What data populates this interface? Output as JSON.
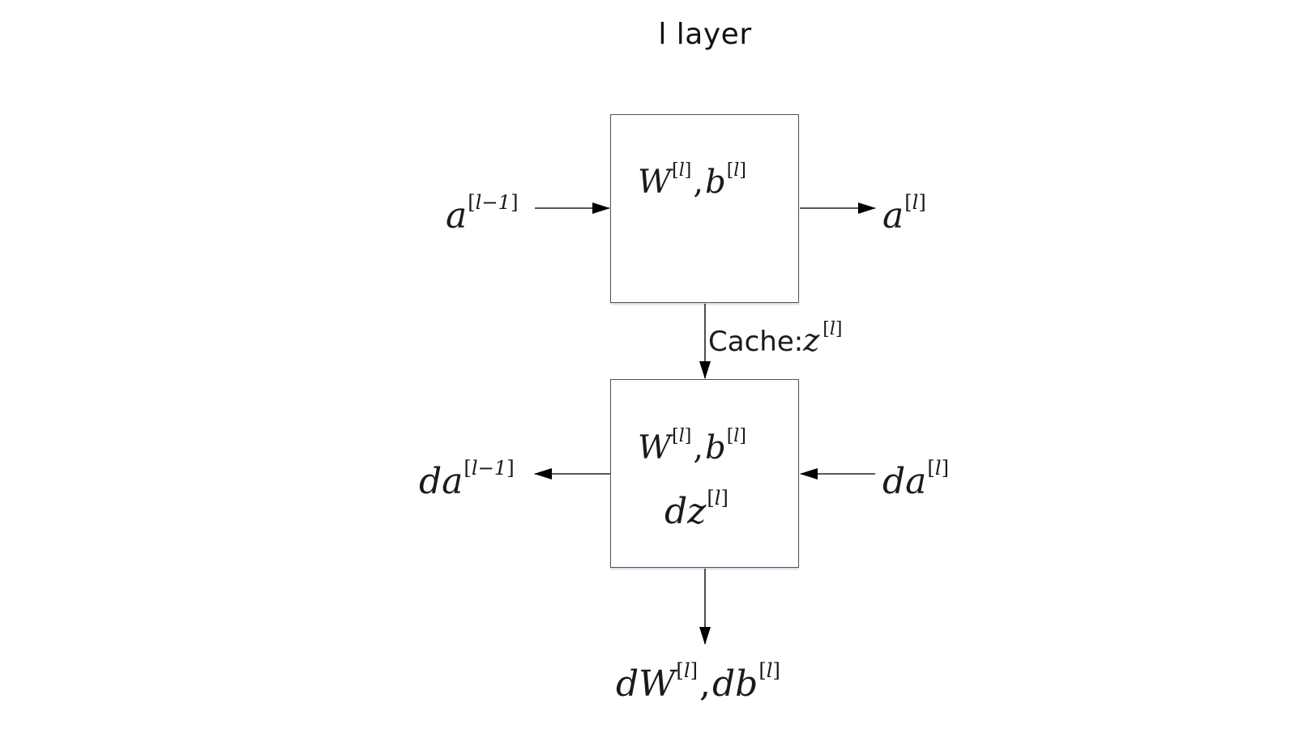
{
  "title": "l layer",
  "forward_block": {
    "params": {
      "w": "W",
      "sep": ",",
      "b": "b",
      "superscript": "l"
    },
    "input": {
      "symbol": "a",
      "superscript": "l−1"
    },
    "output": {
      "symbol": "a",
      "superscript": "l"
    }
  },
  "cache": {
    "label": "Cache:",
    "symbol": "z",
    "superscript": "l"
  },
  "backward_block": {
    "params": {
      "w": "W",
      "sep": ",",
      "b": "b",
      "superscript": "l"
    },
    "grad_z": {
      "symbol": "dz",
      "superscript": "l"
    },
    "input": {
      "symbol": "da",
      "superscript": "l"
    },
    "output": {
      "symbol": "da",
      "superscript": "l−1"
    },
    "param_grads": {
      "w": "dW",
      "sep": ",",
      "b": "db",
      "superscript": "l"
    }
  },
  "bracket_open": "[",
  "bracket_close": "]"
}
